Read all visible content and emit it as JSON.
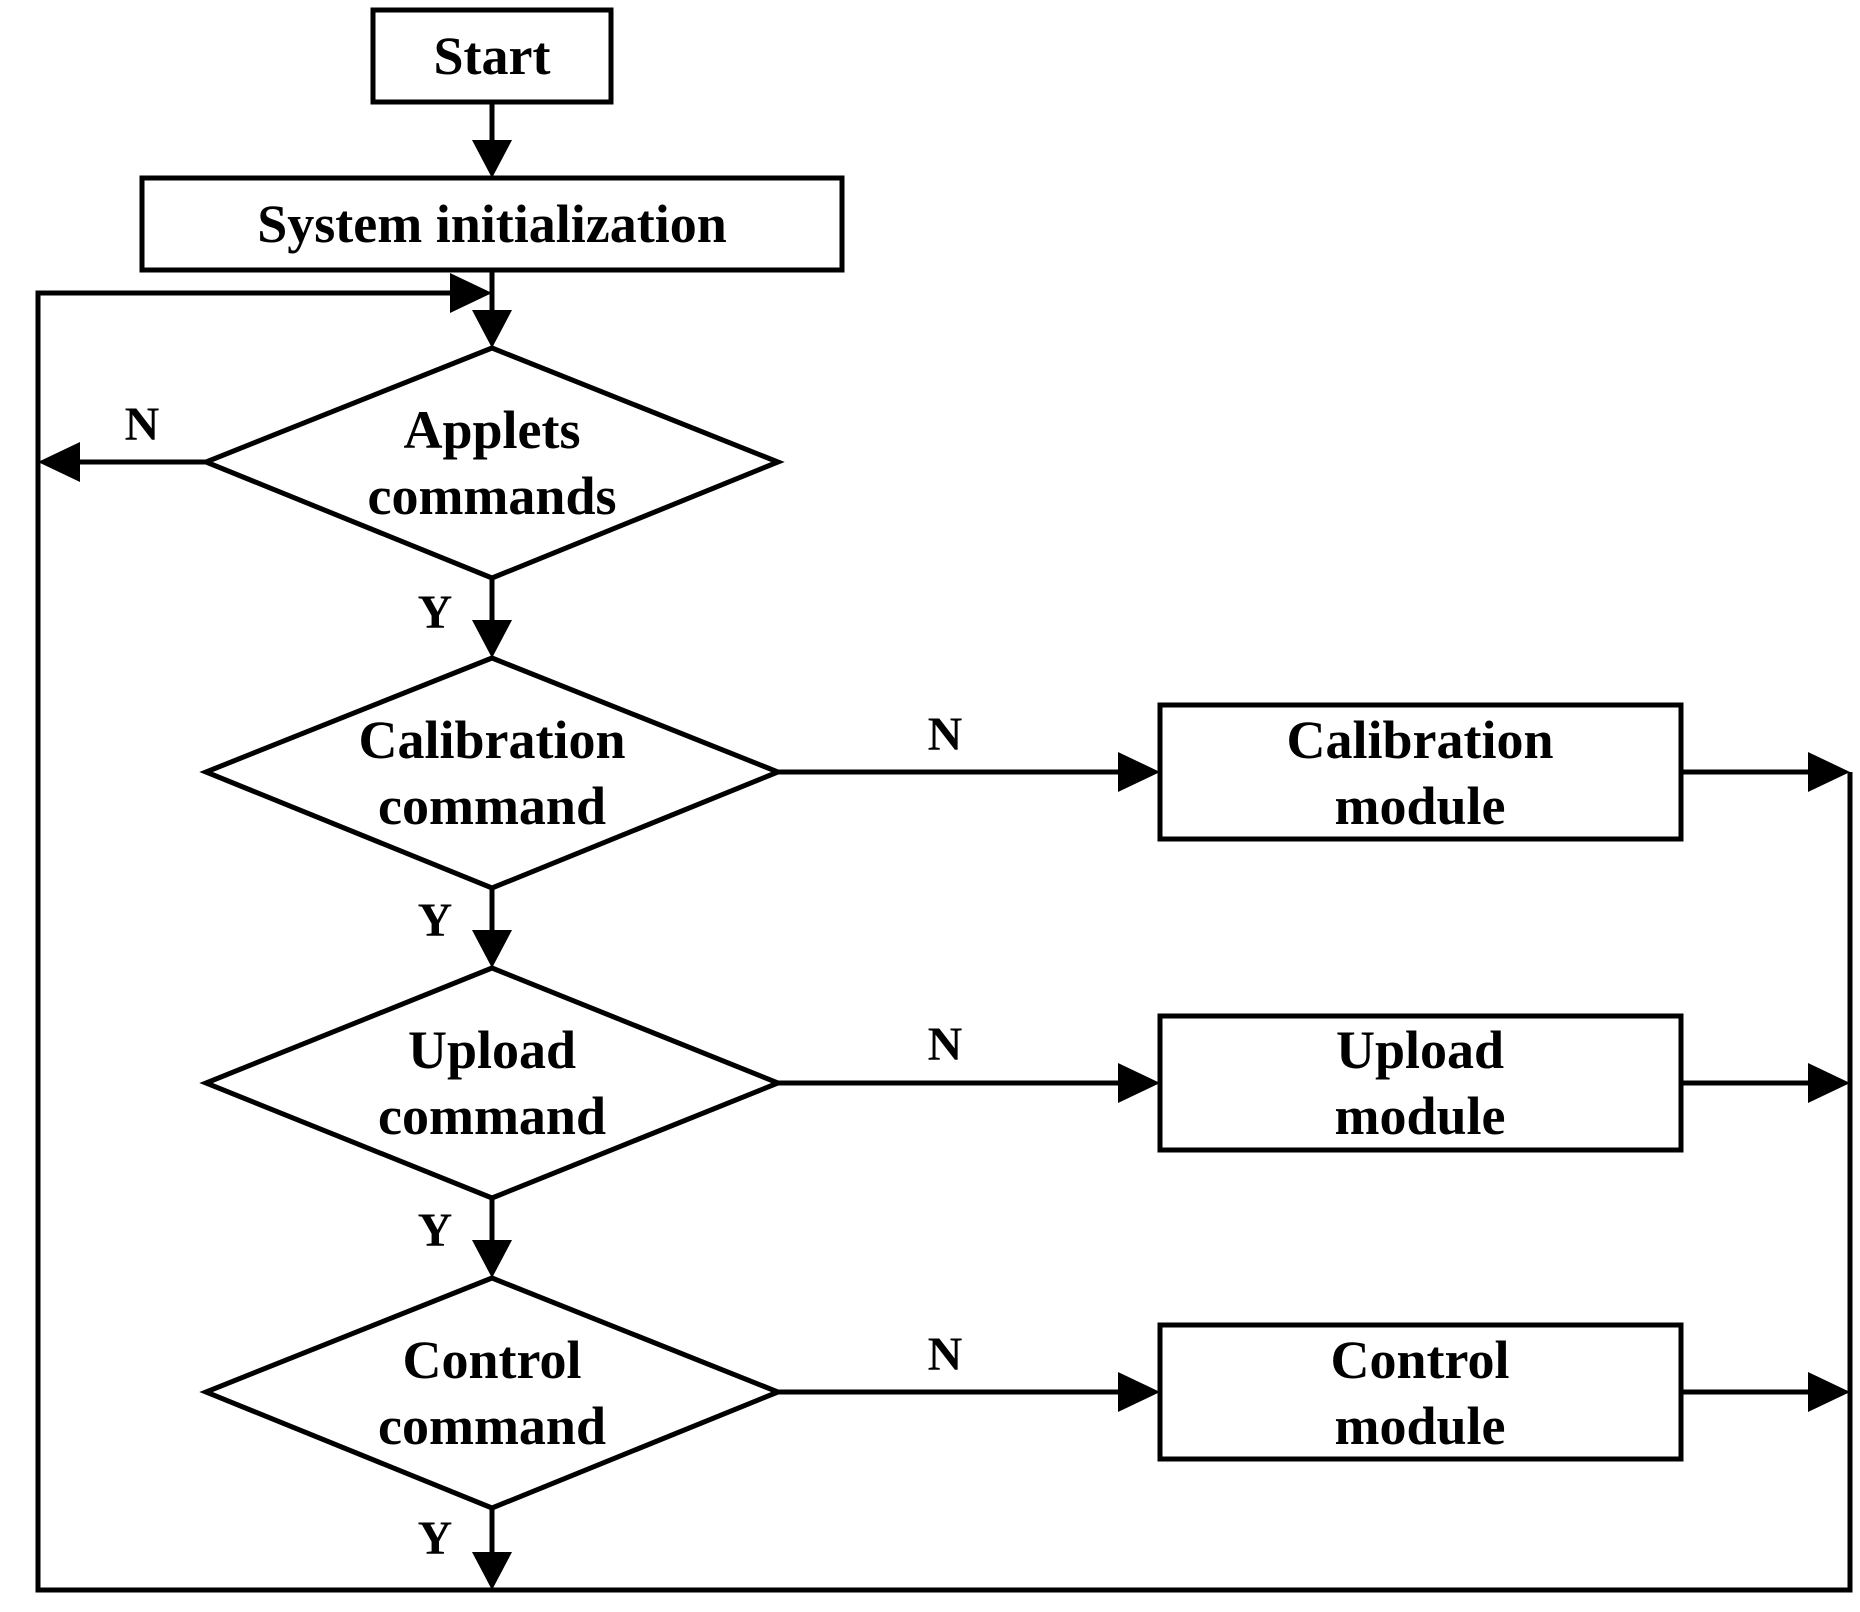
{
  "nodes": {
    "start": "Start",
    "init": "System initialization",
    "applets": [
      "Applets",
      "commands"
    ],
    "calibration_decision": [
      "Calibration",
      "command"
    ],
    "upload_decision": [
      "Upload",
      "command"
    ],
    "control_decision": [
      "Control",
      "command"
    ],
    "calibration_module": [
      "Calibration",
      "module"
    ],
    "upload_module": [
      "Upload",
      "module"
    ],
    "control_module": [
      "Control",
      "module"
    ]
  },
  "branch_labels": {
    "yes": "Y",
    "no": "N"
  }
}
